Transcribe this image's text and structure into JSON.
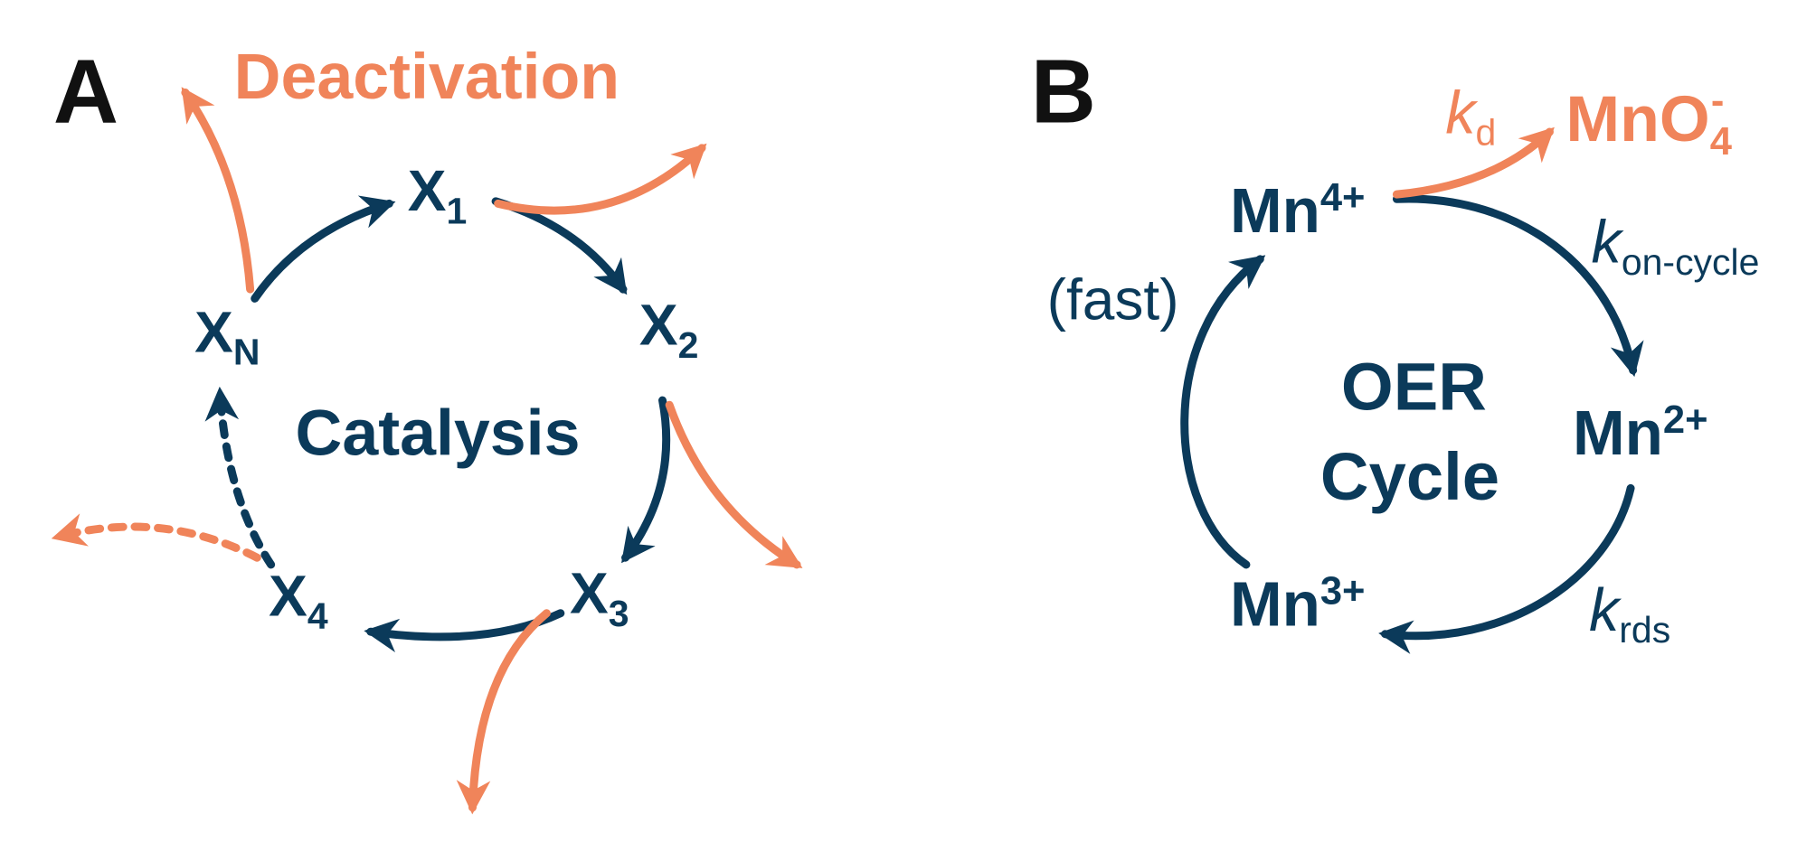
{
  "colors": {
    "navy": "#0b3a5a",
    "orange": "#f0845a",
    "black": "#111111"
  },
  "panel_a": {
    "letter": "A",
    "deactivation": "Deactivation",
    "center": "Catalysis",
    "nodes": [
      {
        "id": "x1",
        "base": "X",
        "sub": "1"
      },
      {
        "id": "x2",
        "base": "X",
        "sub": "2"
      },
      {
        "id": "x3",
        "base": "X",
        "sub": "3"
      },
      {
        "id": "x4",
        "base": "X",
        "sub": "4"
      },
      {
        "id": "xn",
        "base": "X",
        "sub": "N"
      }
    ]
  },
  "panel_b": {
    "letter": "B",
    "center_line1": "OER",
    "center_line2": "Cycle",
    "fast_label": "(fast)",
    "nodes": [
      {
        "id": "mn4",
        "base": "Mn",
        "sup": "4+"
      },
      {
        "id": "mn2",
        "base": "Mn",
        "sup": "2+"
      },
      {
        "id": "mn3",
        "base": "Mn",
        "sup": "3+"
      }
    ],
    "k_d": {
      "symbol": "k",
      "sub": "d"
    },
    "k_on": {
      "symbol": "k",
      "sub": "on-cycle"
    },
    "k_rds": {
      "symbol": "k",
      "sub": "rds"
    },
    "product": {
      "base": "MnO",
      "sub": "4",
      "sup": "-"
    }
  }
}
